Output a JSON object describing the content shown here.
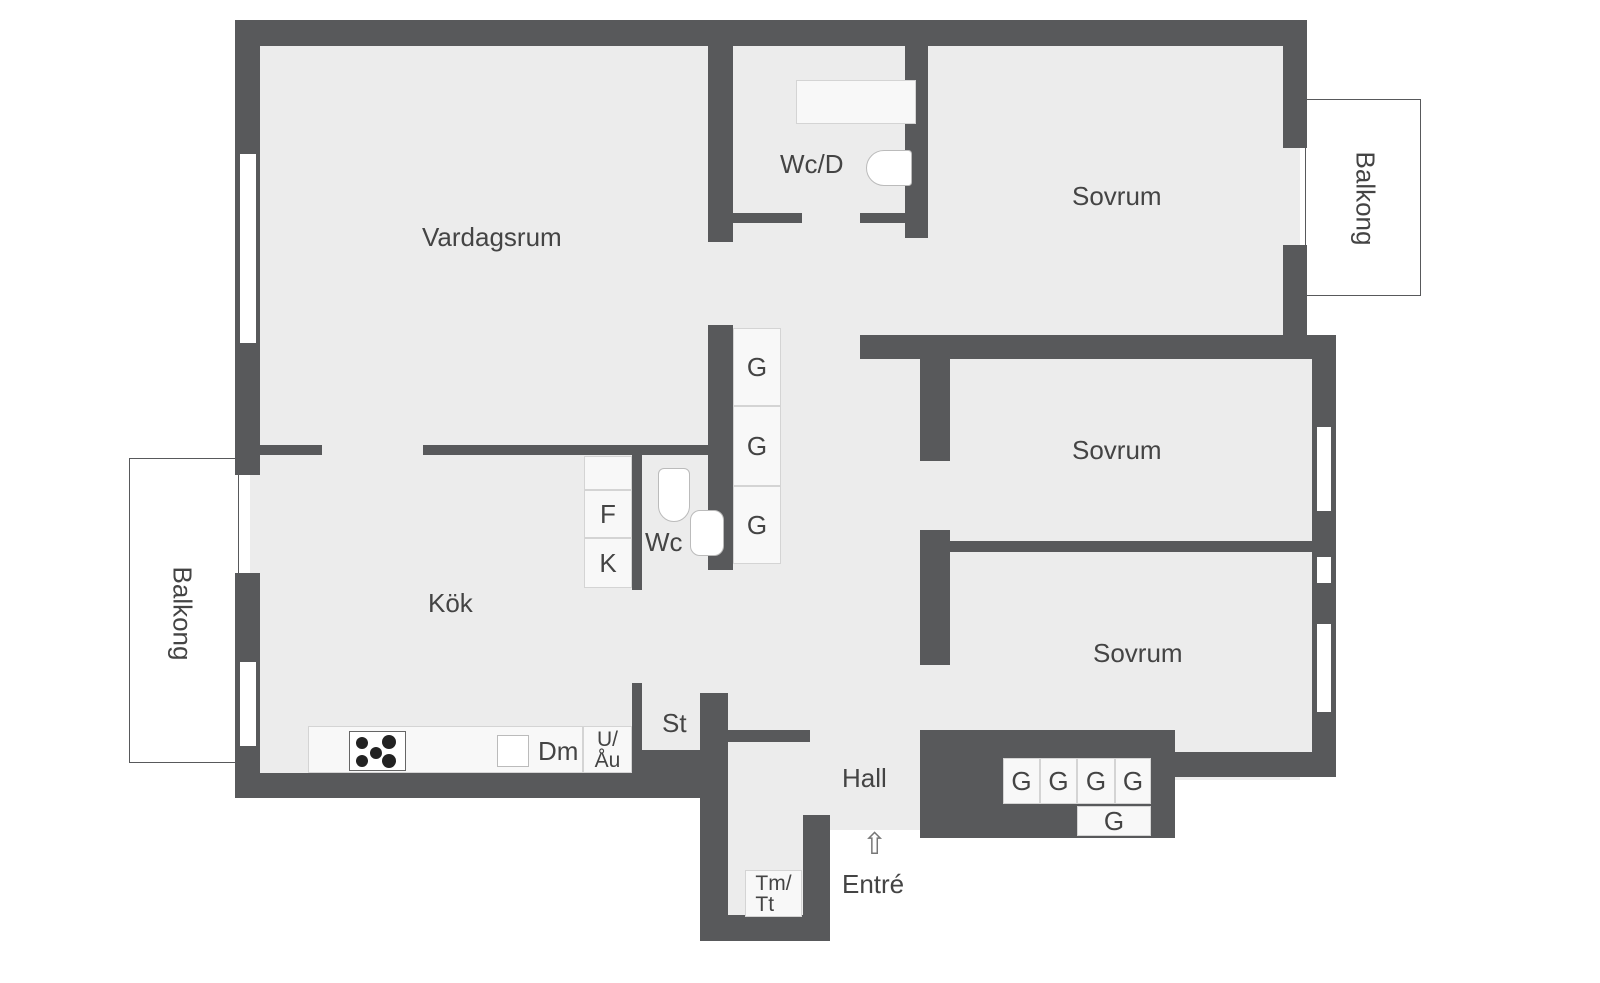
{
  "rooms": {
    "living": "Vardagsrum",
    "kitchen": "Kök",
    "bathroom": "Wc/D",
    "wc": "Wc",
    "bedroom1": "Sovrum",
    "bedroom2": "Sovrum",
    "bedroom3": "Sovrum",
    "hall": "Hall",
    "storage": "St",
    "balcony_left": "Balkong",
    "balcony_right": "Balkong",
    "entrance": "Entré"
  },
  "fixtures": {
    "wardrobe": "G",
    "fridge": "F",
    "freezer": "K",
    "dishwasher": "Dm",
    "oven_microwave": "U/\nÅu",
    "washer_dryer": "Tm/\nTt"
  },
  "colors": {
    "wall": "#58595b",
    "floor": "#ececec"
  }
}
